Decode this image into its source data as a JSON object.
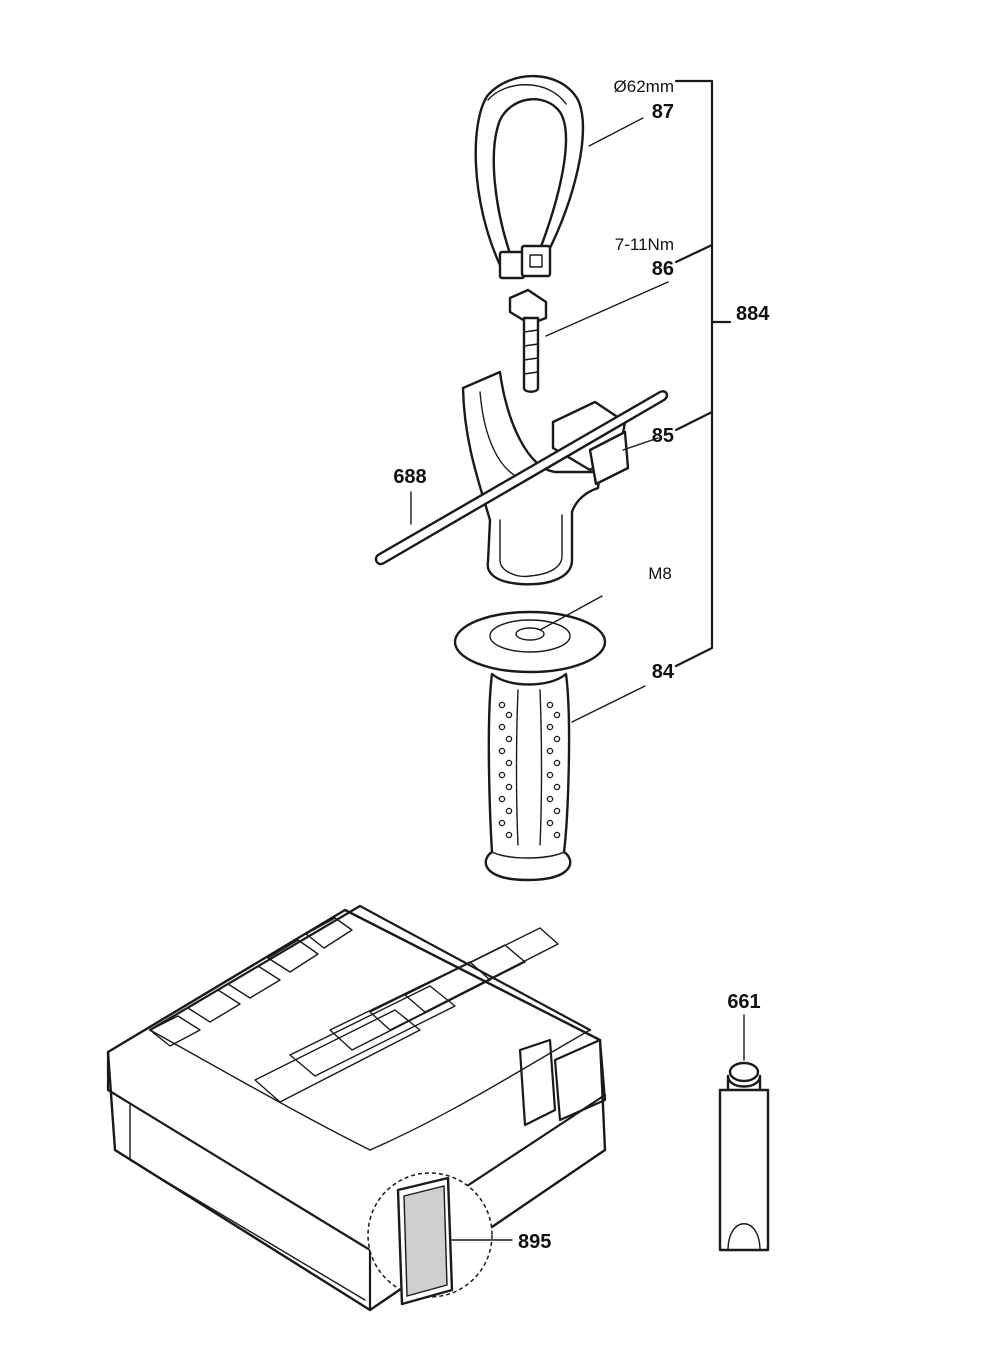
{
  "labels": {
    "diameter": "Ø62mm",
    "part_87": "87",
    "torque": "7-11Nm",
    "part_86": "86",
    "part_884": "884",
    "part_85": "85",
    "part_688": "688",
    "thread": "M8",
    "part_84": "84",
    "part_661": "661",
    "part_895": "895"
  }
}
